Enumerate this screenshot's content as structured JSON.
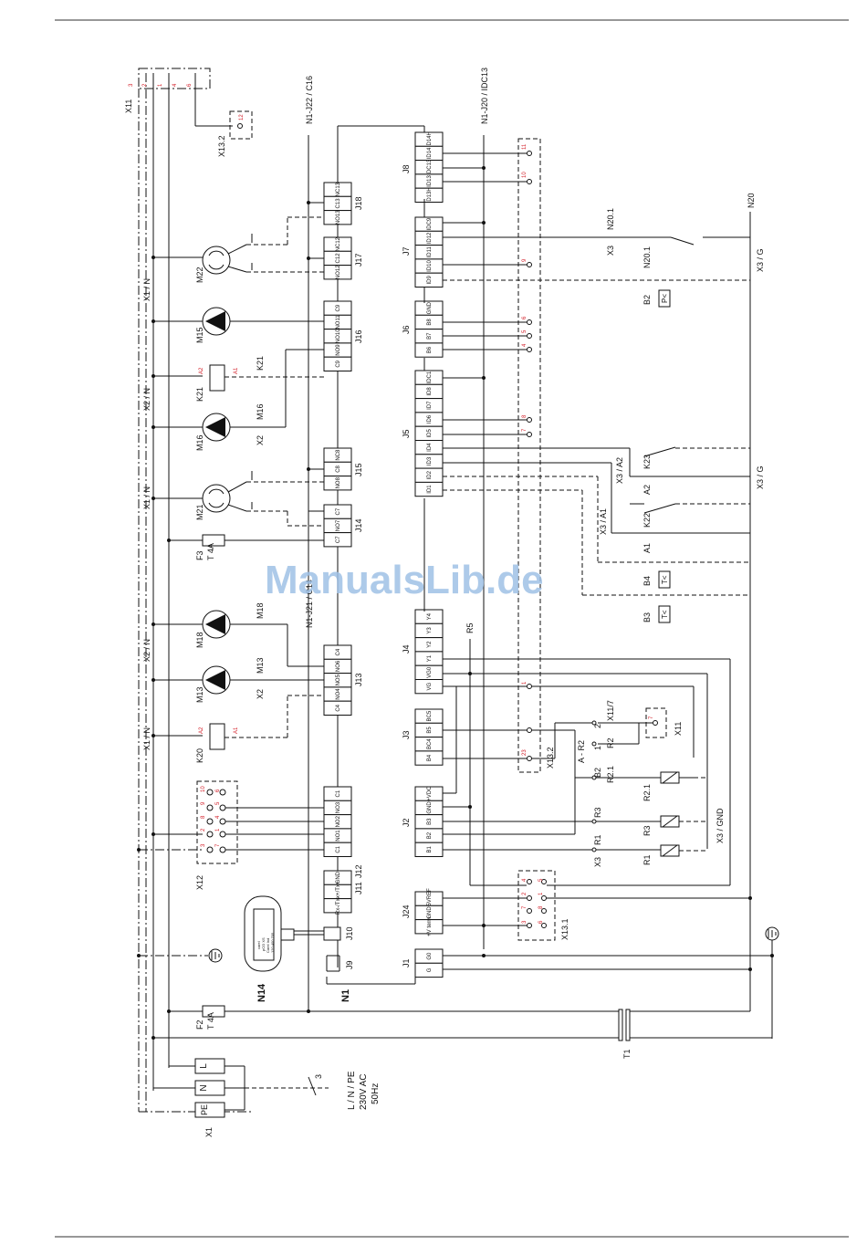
{
  "watermark": "ManualsLib.de",
  "supply": {
    "line1": "L / N / PE",
    "line2": "230V AC",
    "line3": "50Hz",
    "cable": "3"
  },
  "x1": {
    "label": "X1",
    "terminals": [
      "L",
      "N",
      "PE"
    ]
  },
  "x11": {
    "label": "X11",
    "pins": [
      "3",
      "2",
      "1",
      "4",
      "6"
    ]
  },
  "x13_2_top": {
    "label": "X13.2",
    "pin": "12"
  },
  "x12": {
    "label": "X12",
    "pins_top": [
      "10",
      "9",
      "8",
      "2",
      "3"
    ],
    "pins_bottom": [
      "6",
      "5",
      "4",
      "1",
      "7"
    ]
  },
  "x13_1": {
    "label": "X13.1",
    "pins_top": [
      "4",
      "2",
      "7",
      "3"
    ],
    "pins_bottom": [
      "5",
      "1",
      "8",
      "6"
    ]
  },
  "x13_2_mid": {
    "label": "X13.2",
    "pins": [
      "1",
      "23"
    ]
  },
  "x11_r": {
    "label": "X11",
    "pin": "7"
  },
  "x11_7": "X11/7",
  "refs": {
    "n1_j22": "N1-J22 / C16",
    "n1_j21": "N1-J21 / C14",
    "n1_j20": "N1-J20 / IDC13",
    "r5": "R5",
    "n20": "N20",
    "n20_1": "N20.1",
    "n20_1_b": "N20.1",
    "x3": "X3",
    "x3_g": "X3 / G",
    "x3_g_2": "X3 / G",
    "x3_a2": "X3 / A2",
    "x3_a1": "X3 / A1",
    "x3_gnd": "X3 / GND",
    "x3_b": "X3",
    "x1_n_1": "X1 / N",
    "x2_n_1": "X2 / N",
    "x1_n_2": "X1 / N",
    "x2_n_2": "X2 / N",
    "x1_n_3": "X1 / N",
    "x2_1": "X2",
    "x2_2": "X2"
  },
  "connectors": {
    "J18": [
      "NC13",
      "C13",
      "NO13"
    ],
    "J17": [
      "NC12",
      "C12",
      "NO12"
    ],
    "J16": [
      "C9",
      "NO11",
      "NO10",
      "NO9",
      "C9"
    ],
    "J15": [
      "NC8",
      "C8",
      "NO8"
    ],
    "J14": [
      "C7",
      "NO7",
      "C7"
    ],
    "J13": [
      "C4",
      "NO6",
      "NO5",
      "NO4",
      "C4"
    ],
    "J12": [
      "C1",
      "NO3",
      "NO2",
      "NO1",
      "C1"
    ],
    "J11": [
      "GND",
      "Rx+/Tx+",
      "Rx-/Tx-"
    ],
    "J8": [
      "ID14H",
      "ID14",
      "IDC13",
      "ID13",
      "ID13H"
    ],
    "J7": [
      "IDC9",
      "ID12",
      "ID11",
      "ID10",
      "ID9"
    ],
    "J6": [
      "GND",
      "B8",
      "B7",
      "B6"
    ],
    "J5": [
      "IDC1",
      "ID8",
      "ID7",
      "ID6",
      "ID5",
      "ID4",
      "ID3",
      "ID2",
      "ID1"
    ],
    "J4": [
      "Y4",
      "Y3",
      "Y2",
      "Y1",
      "VG0",
      "VG"
    ],
    "J3": [
      "BC5",
      "B5",
      "BC4",
      "B4"
    ],
    "J2": [
      "+VDC",
      "GND",
      "B3",
      "B2",
      "B1"
    ],
    "J24": [
      "+5VREF",
      "GND",
      "+V term"
    ],
    "J1": [
      "G0",
      "G"
    ],
    "J12_lbl": "J12",
    "J11_lbl": "J11",
    "J10": "J10",
    "J9": "J9"
  },
  "red_pins": {
    "j8": [
      "11",
      "10"
    ],
    "j7": [
      "9"
    ],
    "j6": [
      "6",
      "5",
      "4"
    ],
    "j5": [
      "7",
      "8"
    ]
  },
  "components": {
    "M22": "M22",
    "M15": "M15",
    "K21": "K21",
    "M16": "M16",
    "M21": "M21",
    "F3": "F3",
    "F3_val": "T 4A",
    "M18": "M18",
    "M13": "M13",
    "K20": "K20",
    "K21_lbl": "K21",
    "M16_lbl": "M16",
    "M18_lbl": "M18",
    "M13_lbl": "M13",
    "A1": "A1",
    "A2": "A2",
    "N14": "N14",
    "N1": "N1",
    "F2": "F2",
    "F2_val": "T 4A",
    "T1": "T1",
    "B2": "B2",
    "B3": "B3",
    "B4": "B4",
    "K23": "K23",
    "K22": "K22",
    "A2_lbl": "A2",
    "A1_lbl": "A1",
    "R1": "R1",
    "R2": "R2",
    "R3": "R3",
    "R1_1": "R1",
    "R2_1": "R2.1",
    "R3_1": "R3",
    "R2_b": "R2",
    "R2_1_b": "R2.1",
    "A_R2": "A - R2",
    "B2_r": "B2",
    "pin1": "1",
    "pin2": "2",
    "p_sym": "P<",
    "t_sym": "T<"
  },
  "n14_text": [
    "carel",
    "pCO XS",
    "Carel Ind",
    "120 400 705"
  ]
}
